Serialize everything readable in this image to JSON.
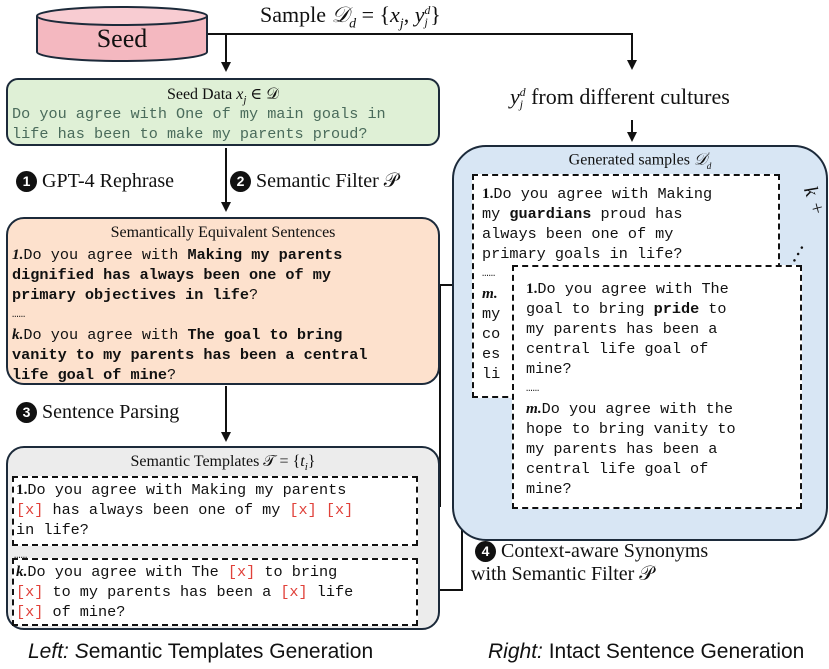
{
  "seed": {
    "label": "Seed"
  },
  "sample": {
    "label": "Sample 𝒟_d = {x_j, y_j^d}",
    "prefix": "Sample ",
    "formula": "𝒟",
    "sub_d": "d",
    "eq": " = {",
    "x": "x",
    "sub_j": "j",
    "comma": ", ",
    "y": "y",
    "sup_d": "d",
    "sub_j2": "j",
    "close": "}"
  },
  "cultures": {
    "label": " from different cultures"
  },
  "seed_data": {
    "title": "Seed Data x_j ∈ 𝒟",
    "title_text": "Seed Data ",
    "title_math": "x",
    "title_sub": "j",
    "title_rest": " ∈ 𝒟",
    "lines": [
      "Do you agree with One of my main goals in",
      "life has been to make my parents proud?"
    ]
  },
  "steps": {
    "s1": {
      "num": "1",
      "label": "GPT-4 Rephrase"
    },
    "s2": {
      "num": "2",
      "label": "Semantic Filter 𝒫"
    },
    "s3": {
      "num": "3",
      "label": "Sentence Parsing"
    },
    "s4": {
      "num": "4",
      "label1": "Context-aware Synonyms",
      "label2": "with Semantic Filter 𝒫"
    }
  },
  "semantic_equivalent": {
    "title": "Semantically Equivalent Sentences",
    "item1": {
      "num": "1.",
      "pre": "Do you agree with ",
      "bold1": "Making my parents",
      "bold2": "dignified has always been one of my",
      "bold3": "primary objectives in life",
      "end": "?"
    },
    "ellipsis": "……",
    "itemk": {
      "num": "k.",
      "pre": "Do you agree with ",
      "bold1": "The goal to bring",
      "bold2": "vanity to my parents has been a central",
      "bold3": "life goal of mine",
      "end": "?"
    }
  },
  "templates": {
    "title": "Semantic Templates 𝒯 = {t_i}",
    "title_text": "Semantic Templates 𝒯 = {",
    "title_math": "t",
    "title_sub": "i",
    "title_close": "}",
    "t1": {
      "num": "1.",
      "l1": "Do you agree with Making my parents",
      "slot": "[x]",
      "l2a": " has always been one of my ",
      "l2b": " ",
      "l3": "in life?"
    },
    "ellipsis": "……",
    "tk": {
      "num": "k.",
      "l1a": "Do you agree with The ",
      "l1b": " to bring",
      "l2b": " to my parents has been a ",
      "l2c": " life",
      "l3b": " of mine?"
    }
  },
  "generated": {
    "title_text": "Generated samples ",
    "title_math": "𝒟",
    "title_sub": "d",
    "title_sup": "′",
    "card_back": {
      "num": "1.",
      "l1": "Do you agree with Making",
      "l2a": "my ",
      "l2b": "guardians",
      "l2c": " proud has",
      "l3": "always been one of my",
      "l4": "primary goals in life?",
      "ellipsis": "……",
      "m": "m.",
      "f1": "my",
      "f2": "co",
      "f3": "es",
      "f4": "li"
    },
    "card_front": {
      "num": "1.",
      "l1": "Do you agree with The",
      "l2a": "goal to bring ",
      "l2b": "pride",
      "l2c": " to",
      "l3": "my parents has been a",
      "l4": "central life goal of",
      "l5": "mine?",
      "ellipsis": "……",
      "m": "m.",
      "m1": "Do you agree with the",
      "m2": "hope to bring vanity to",
      "m3": "my parents has been a",
      "m4": "central life goal of",
      "m5": "mine?"
    },
    "k_label": "k",
    "dots": "…"
  },
  "captions": {
    "left_italic": "Left: S",
    "left_rest": "emantic Templates Generation",
    "right_italic": "Right:",
    "right_rest": " Intact Sentence Generation"
  },
  "colors": {
    "seed_fill": "#f4b8c0",
    "seed_data_fill": "#dff0d6",
    "sem_eq_fill": "#fde1cd",
    "template_fill": "#ececec",
    "generated_fill": "#d8e6f4",
    "slot": "#e0413a"
  }
}
